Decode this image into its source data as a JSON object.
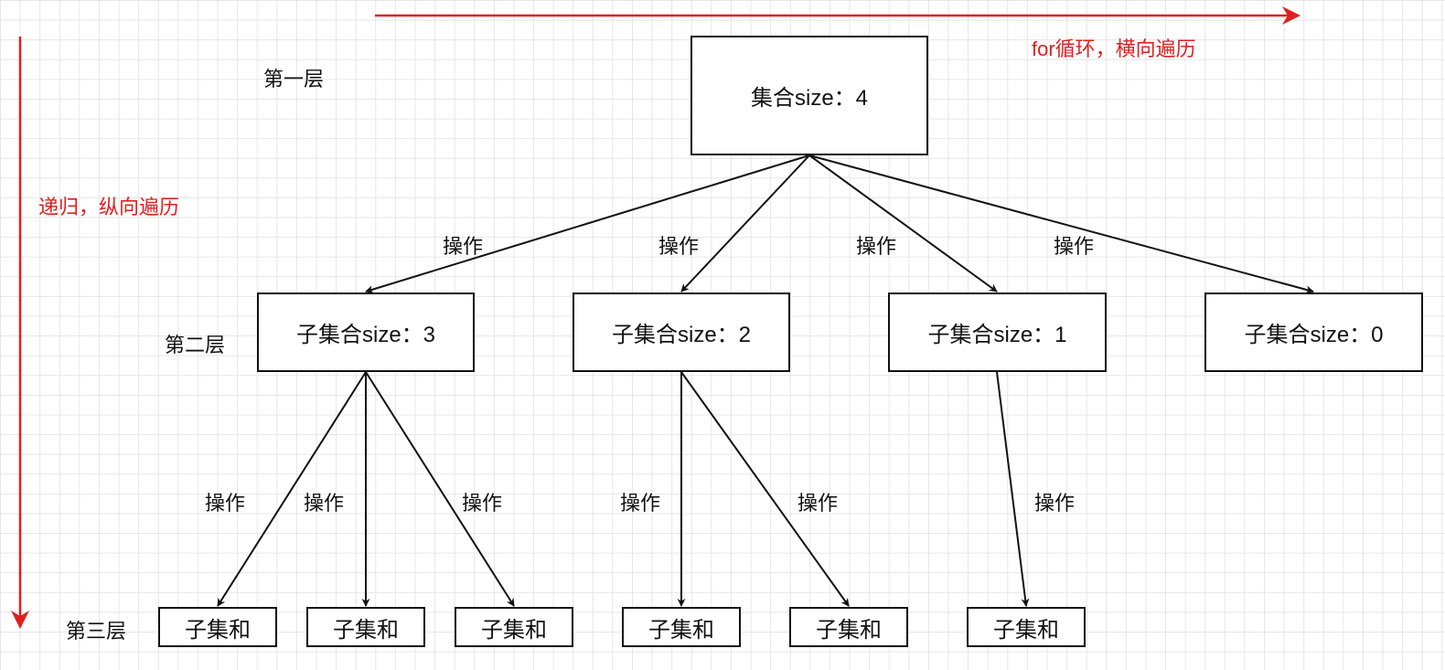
{
  "layers": {
    "first": "第一层",
    "second": "第二层",
    "third": "第三层"
  },
  "annotations": {
    "horizontal": "for循环，横向遍历",
    "vertical": "递归，纵向遍历"
  },
  "nodes": {
    "root": "集合size：4",
    "level2": [
      "子集合size：3",
      "子集合size：2",
      "子集合size：1",
      "子集合size：0"
    ],
    "level3": [
      "子集和",
      "子集和",
      "子集和",
      "子集和",
      "子集和",
      "子集和"
    ]
  },
  "edge_label": "操作",
  "colors": {
    "accent": "#e02020",
    "line": "#111111"
  }
}
